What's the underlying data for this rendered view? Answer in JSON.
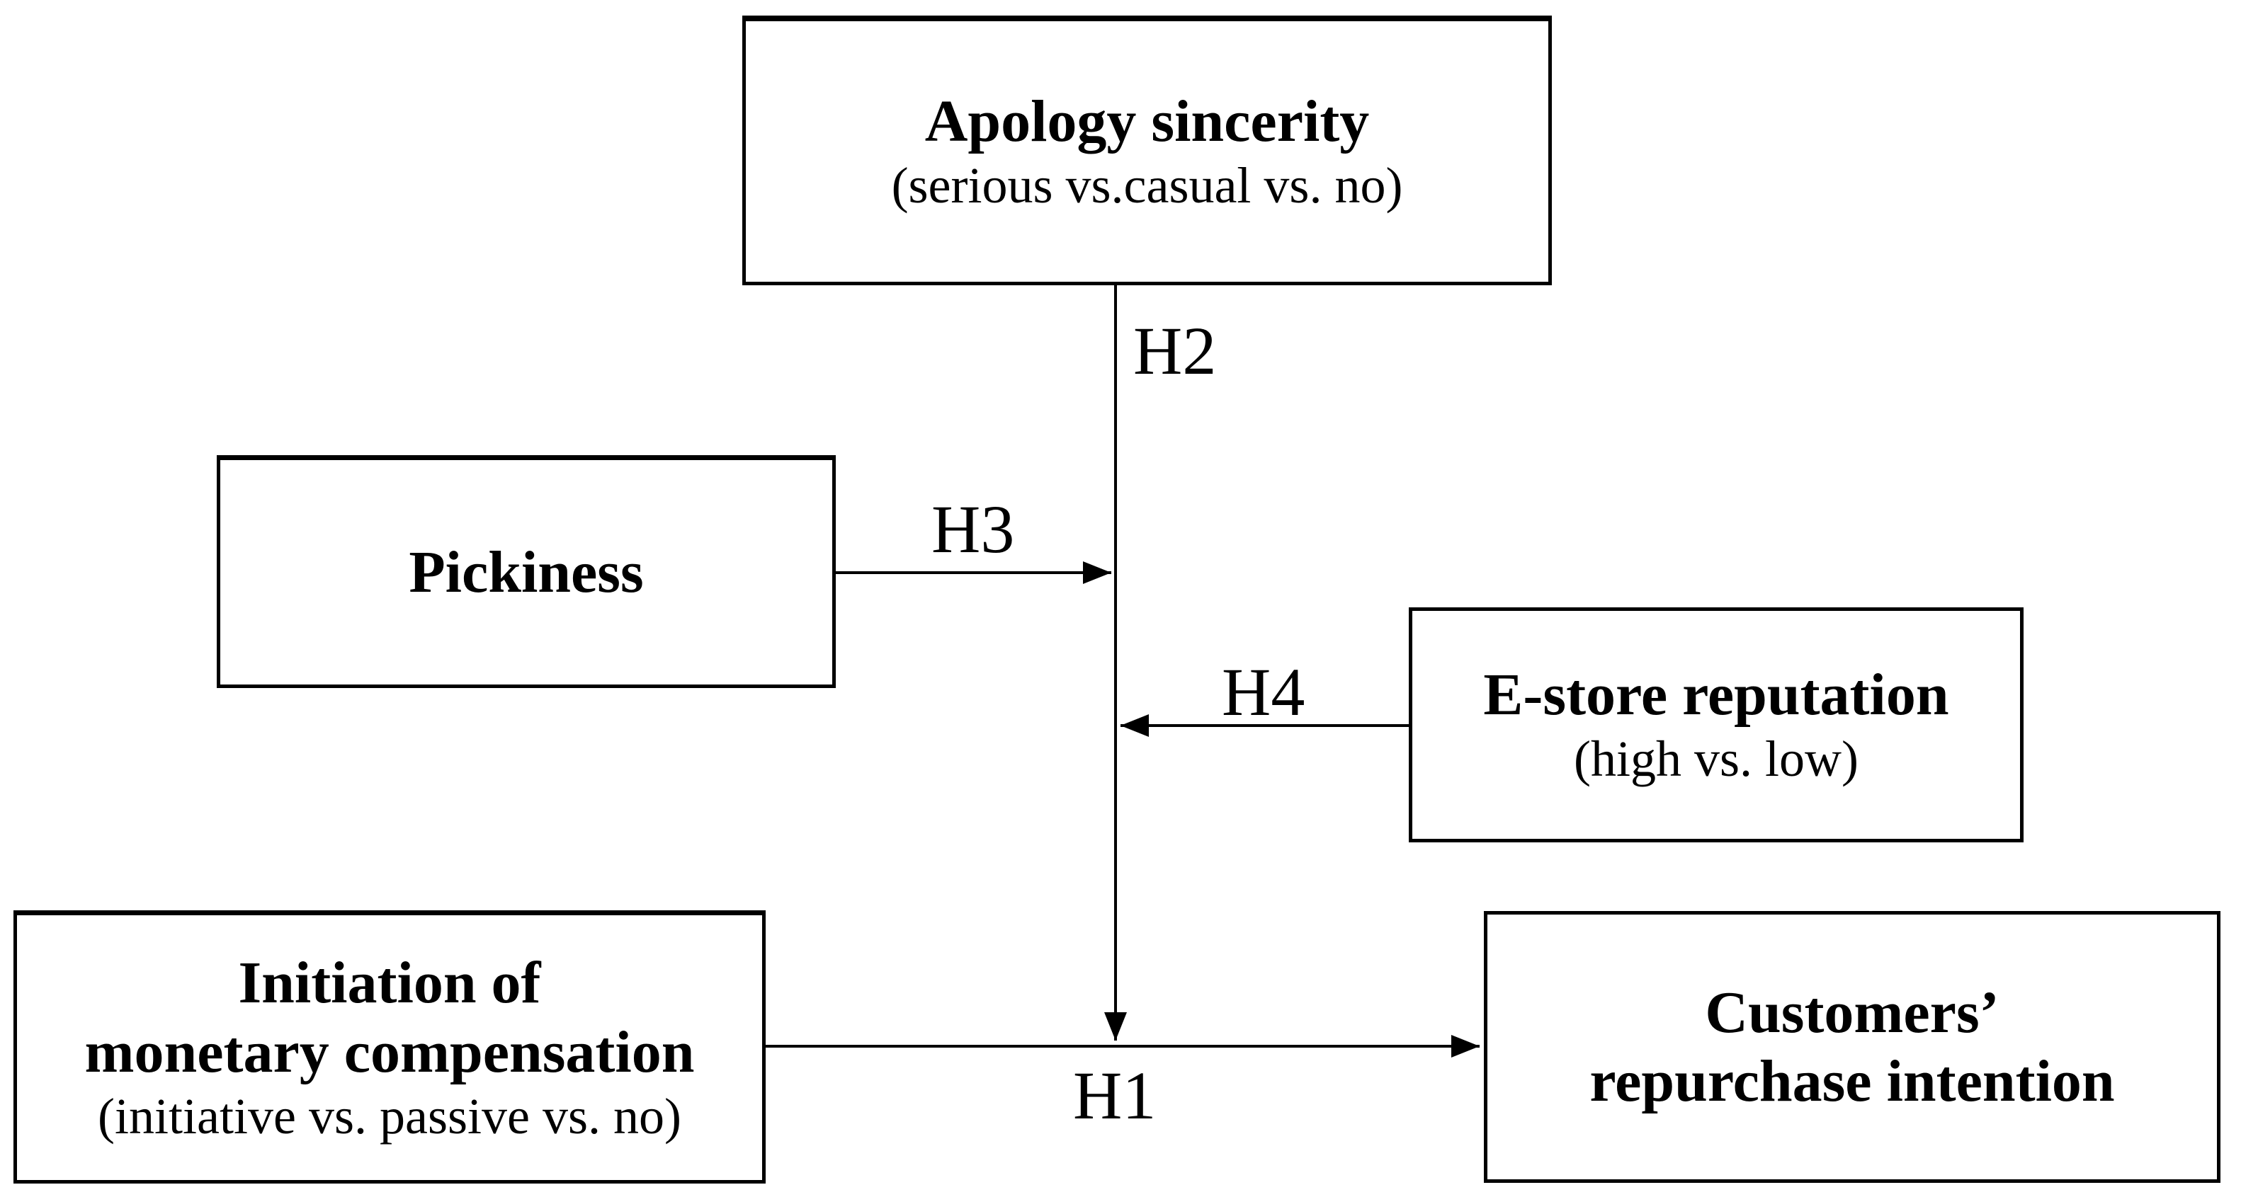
{
  "figure": {
    "kind": "research-model-diagram",
    "colors": {
      "background": "#ffffff",
      "line": "#000000",
      "text": "#000000",
      "box_border": "#000000"
    }
  },
  "boxes": {
    "apology": {
      "title": "Apology sincerity",
      "subtitle": "(serious vs.casual vs. no)"
    },
    "pickiness": {
      "title": "Pickiness"
    },
    "estore": {
      "title": "E-store reputation",
      "subtitle": "(high vs. low)"
    },
    "initiation": {
      "title_line1": "Initiation of",
      "title_line2": "monetary compensation",
      "subtitle": "(initiative vs. passive vs. no)"
    },
    "customers": {
      "title_line1": "Customers’",
      "title_line2": "repurchase intention"
    }
  },
  "labels": {
    "h1": "H1",
    "h2": "H2",
    "h3": "H3",
    "h4": "H4"
  }
}
